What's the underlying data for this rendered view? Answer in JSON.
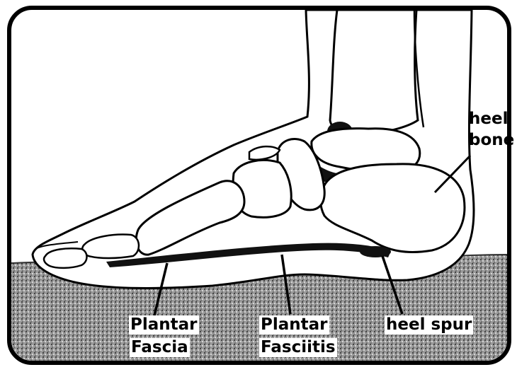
{
  "labels": {
    "heel_bone_line1": "heel",
    "heel_bone_line2": "bone",
    "plantar_fascia_line1": "Plantar",
    "plantar_fascia_line2": "Fascia",
    "fasciitis_line1": "Plantar",
    "fasciitis_line2": "Fasciitis",
    "heel_spur": "heel spur"
  },
  "colors": {
    "ink": "#000000",
    "paper": "#ffffff",
    "ground": "#7a7a7a"
  }
}
